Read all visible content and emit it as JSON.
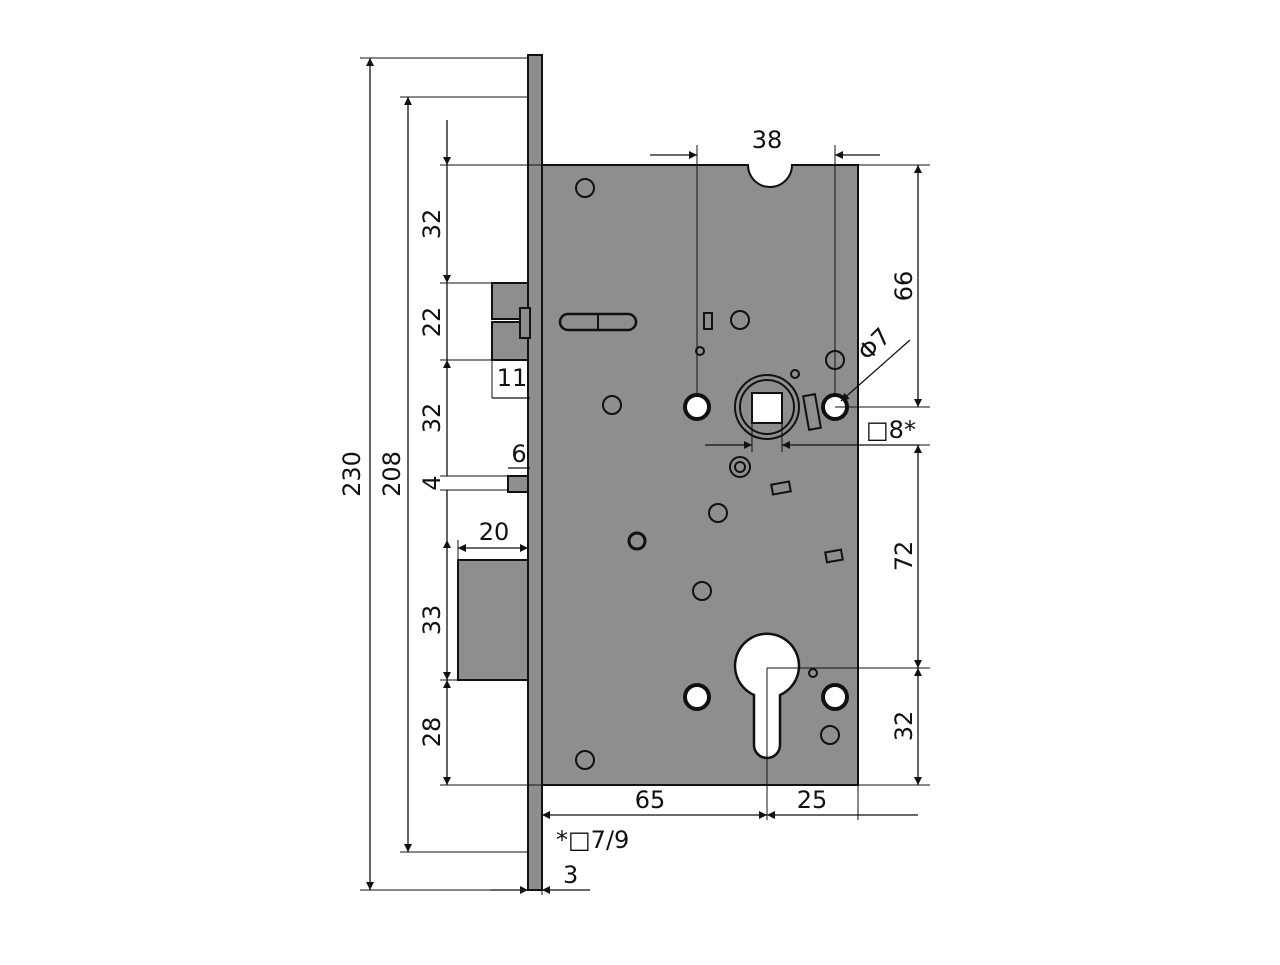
{
  "colors": {
    "body": "#8e8e8e",
    "line": "#111111",
    "hole": "#ffffff"
  },
  "dimensions": {
    "overall_height": "230",
    "faceplate_screw_span": "208",
    "top_to_latch": "32",
    "latch_height": "22",
    "latch_to_aux": "32",
    "aux_height": "4",
    "aux_projection": "6",
    "latch_projection": "11",
    "bolt_projection": "20",
    "bolt_height": "33",
    "bolt_to_bottom": "28",
    "hub_spacing_top": "38",
    "top_to_hub": "66",
    "hole_diameter": "Φ7",
    "spindle_square": "□8*",
    "hub_to_cylinder": "72",
    "cylinder_to_bottom": "32",
    "backset": "65",
    "cylinder_to_edge": "25",
    "faceplate_thickness": "3",
    "spindle_note": "*□7/9"
  }
}
